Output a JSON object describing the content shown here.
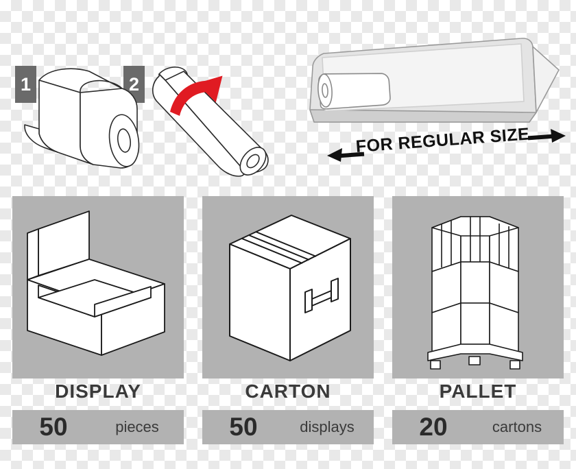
{
  "page": {
    "title": "Packaging and unrolling instruction diagram"
  },
  "top_section": {
    "steps": [
      {
        "id": "1",
        "label": "1",
        "icon": "film-roll-unrolled-icon"
      },
      {
        "id": "2",
        "label": "2",
        "icon": "film-roll-rolling-icon"
      }
    ],
    "regular_size": {
      "icon": "sheet-with-roll-icon",
      "label": "FOR REGULAR SIZE",
      "left_arrow": "arrow-left-icon",
      "right_arrow": "arrow-right-icon"
    },
    "arrow_color": "#e01b22"
  },
  "bottom_section": {
    "panels": [
      {
        "name": "display",
        "title": "DISPLAY",
        "count": "50",
        "unit": "pieces",
        "icon": "display-box-icon"
      },
      {
        "name": "carton",
        "title": "CARTON",
        "count": "50",
        "unit": "displays",
        "icon": "carton-box-icon"
      },
      {
        "name": "pallet",
        "title": "PALLET",
        "count": "20",
        "unit": "cartons",
        "icon": "pallet-stack-icon"
      }
    ],
    "panel_bg_color": "#b2b2b2",
    "title_color": "#3a3a3a"
  }
}
